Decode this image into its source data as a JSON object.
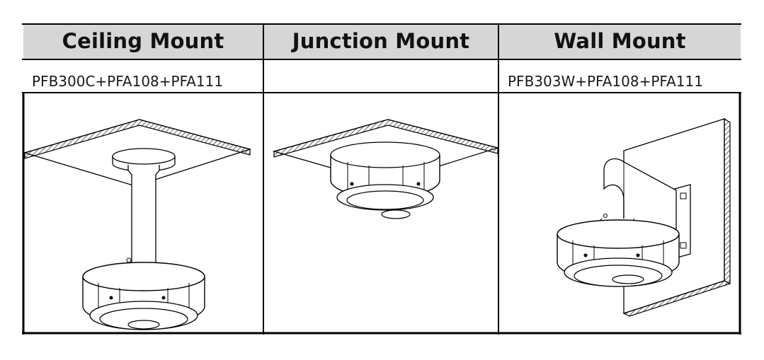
{
  "columns": [
    {
      "header": "Ceiling Mount",
      "model": "PFB300C+PFA108+PFA111"
    },
    {
      "header": "Junction Mount",
      "model": ""
    },
    {
      "header": "Wall Mount",
      "model": "PFB303W+PFA108+PFA111"
    }
  ],
  "colors": {
    "header_bg": "#d6d6d6",
    "line": "#000000"
  },
  "icons": [
    "ceiling-mount-camera-icon",
    "junction-mount-camera-icon",
    "wall-mount-camera-icon"
  ]
}
